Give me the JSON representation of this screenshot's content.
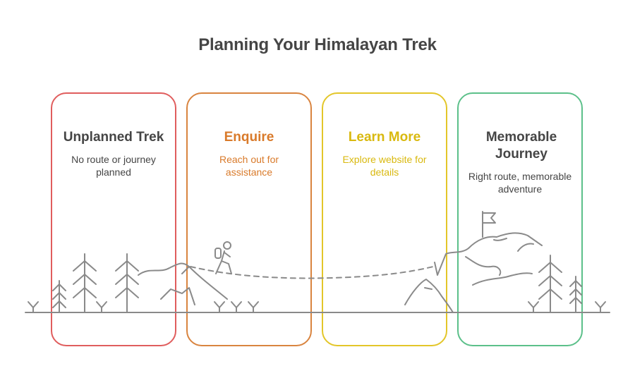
{
  "title": "Planning Your Himalayan Trek",
  "colors": {
    "stage1": "#e05d5d",
    "stage2": "#d9843f",
    "stage3": "#e3c629",
    "stage4": "#5cc08a",
    "line_art": "#8a8a8a"
  },
  "stages": [
    {
      "title": "Unplanned Trek",
      "description": "No route or journey planned"
    },
    {
      "title": "Enquire",
      "description": "Reach out for assistance"
    },
    {
      "title": "Learn More",
      "description": "Explore website for details"
    },
    {
      "title": "Memorable Journey",
      "description": "Right route, memorable adventure"
    }
  ],
  "icons": [
    "pine-tree-icon",
    "grass-tuft-icon",
    "mountain-icon",
    "hiker-icon",
    "flag-icon",
    "dashed-trail-icon"
  ]
}
